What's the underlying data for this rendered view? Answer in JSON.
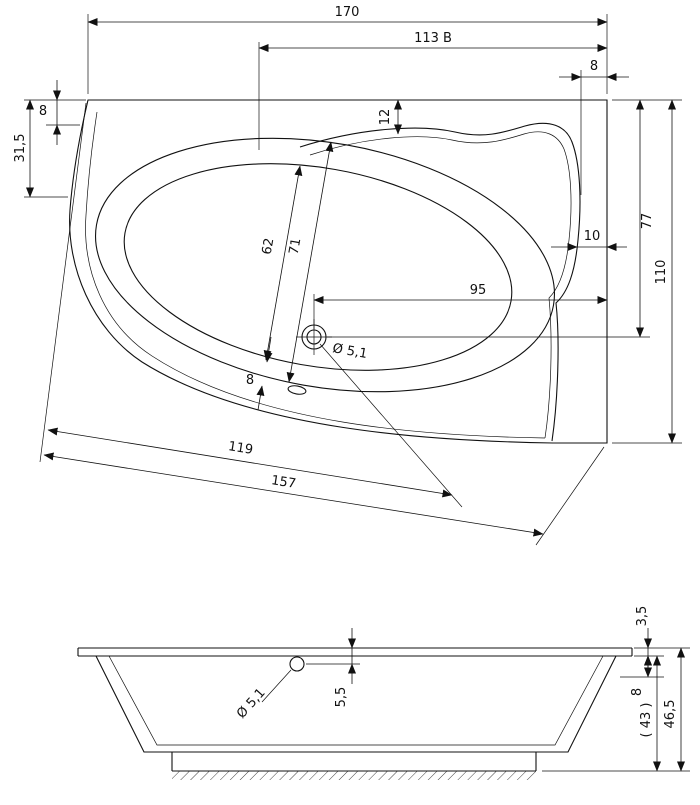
{
  "drawing": {
    "type": "bathtub-technical-drawing",
    "views": [
      "top-view",
      "side-view"
    ]
  },
  "top": {
    "d170": "170",
    "d113b": "113 B",
    "d8_top_right": "8",
    "d8_left": "8",
    "d31_5": "31,5",
    "d12": "12",
    "d62": "62",
    "d71": "71",
    "d77": "77",
    "d10": "10",
    "d110": "110",
    "d95": "95",
    "drain": "Ø 5,1",
    "d8_gap": "8",
    "d119": "119",
    "d157": "157"
  },
  "side": {
    "d3_5": "3,5",
    "d8": "8",
    "d46_5": "46,5",
    "d43": "( 43 )",
    "d5_5": "5,5",
    "drain": "Ø 5,1"
  }
}
